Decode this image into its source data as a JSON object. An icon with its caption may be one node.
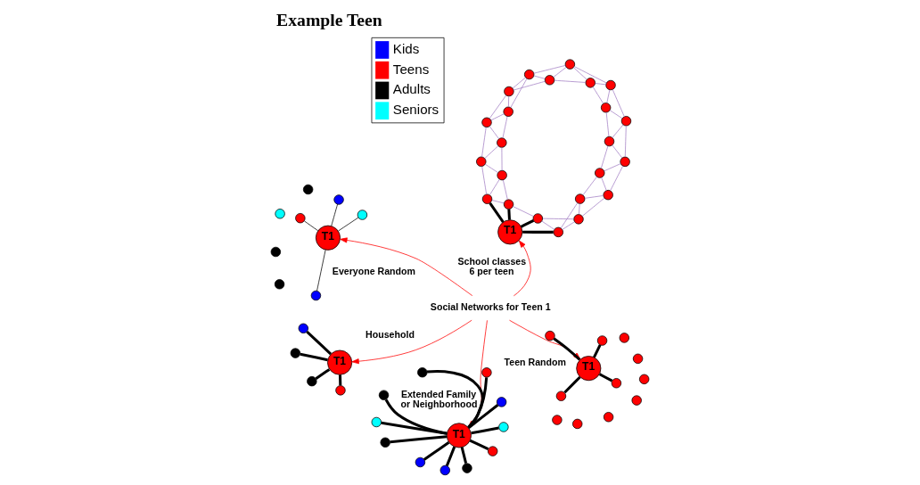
{
  "diagram": {
    "title": "Example Teen",
    "nodes": [
      {
        "text": [
          "Social Networks for Teen 1"
        ]
      },
      {
        "text": [
          "T1"
        ],
        "beside": [
          "Extended Family or Neighborhood"
        ]
      },
      {
        "text": [],
        "shape": "circle"
      },
      {
        "text": [],
        "shape": "circle"
      },
      {
        "text": [],
        "shape": "circle"
      },
      {
        "text": [],
        "shape": "circle"
      },
      {
        "text": [],
        "shape": "circle"
      },
      {
        "text": [],
        "shape": "circle"
      },
      {
        "text": [],
        "shape": "circle"
      },
      {
        "text": [],
        "shape": "circle"
      },
      {
        "text": [],
        "shape": "circle"
      },
      {
        "text": [],
        "shape": "circle"
      },
      {
        "text": [],
        "shape": "circle"
      },
      {
        "text": [
          "T1"
        ],
        "beside": [
          "Household"
        ]
      },
      {
        "text": [],
        "shape": "circle"
      },
      {
        "text": [],
        "shape": "circle"
      },
      {
        "text": [],
        "shape": "circle"
      },
      {
        "text": [],
        "shape": "circle"
      },
      {
        "text": [
          "T1"
        ],
        "beside": [
          "Teen Random"
        ]
      },
      {
        "text": [],
        "shape": "circle"
      },
      {
        "text": [],
        "shape": "circle"
      },
      {
        "text": [],
        "shape": "circle"
      },
      {
        "text": [],
        "shape": "circle"
      },
      {
        "text": [],
        "shape": "circle"
      },
      {
        "text": [],
        "shape": "circle"
      },
      {
        "text": [],
        "shape": "circle"
      },
      {
        "text": [],
        "shape": "circle"
      },
      {
        "text": [],
        "shape": "circle"
      },
      {
        "text": [],
        "shape": "circle"
      },
      {
        "text": [],
        "shape": "circle"
      },
      {
        "text": [
          "T1"
        ],
        "beside": [
          "Everyone Random"
        ]
      },
      {
        "text": [],
        "shape": "circle"
      },
      {
        "text": [],
        "shape": "circle"
      },
      {
        "text": [],
        "shape": "circle"
      },
      {
        "text": [],
        "shape": "circle"
      },
      {
        "text": [],
        "shape": "circle"
      },
      {
        "text": [],
        "shape": "circle"
      },
      {
        "text": [],
        "shape": "circle"
      },
      {
        "text": [],
        "shape": "circle"
      },
      {
        "text": [
          "T1"
        ],
        "beside": [
          "School classes",
          "6 per teen"
        ]
      },
      {
        "text": [],
        "shape": "circle"
      },
      {
        "text": [],
        "shape": "circle"
      },
      {
        "text": [],
        "shape": "circle"
      },
      {
        "text": [],
        "shape": "circle"
      },
      {
        "text": [],
        "shape": "circle"
      },
      {
        "text": [],
        "shape": "circle"
      },
      {
        "text": [],
        "shape": "circle"
      },
      {
        "text": [],
        "shape": "circle"
      },
      {
        "text": [],
        "shape": "circle"
      },
      {
        "text": [],
        "shape": "circle"
      },
      {
        "text": [],
        "shape": "circle"
      },
      {
        "text": [],
        "shape": "circle"
      },
      {
        "text": [],
        "shape": "circle"
      },
      {
        "text": [],
        "shape": "circle"
      },
      {
        "text": [],
        "shape": "circle"
      },
      {
        "text": [],
        "shape": "circle"
      },
      {
        "text": [],
        "shape": "circle"
      },
      {
        "text": [],
        "shape": "circle"
      },
      {
        "text": [],
        "shape": "circle"
      },
      {
        "text": [],
        "shape": "circle"
      },
      {
        "text": [],
        "shape": "circle"
      },
      {
        "text": [],
        "shape": "circle"
      },
      {
        "text": [],
        "shape": "circle"
      }
    ],
    "edges": [
      {
        "from": 0,
        "to": 1,
        "arrow": "to",
        "color": "#ff0000"
      },
      {
        "from": 0,
        "to": 13,
        "arrow": "to",
        "color": "#ff0000"
      },
      {
        "from": 0,
        "to": 18,
        "arrow": "to",
        "color": "#ff0000"
      },
      {
        "from": 0,
        "to": 30,
        "arrow": "to",
        "color": "#ff0000"
      },
      {
        "from": 0,
        "to": 39,
        "arrow": "to",
        "color": "#ff0000"
      },
      {
        "from": 1,
        "to": 2,
        "arrow": "none",
        "style": "thick",
        "color": "#000000"
      },
      {
        "from": 1,
        "to": 3,
        "arrow": "none",
        "style": "thick",
        "color": "#000000"
      },
      {
        "from": 1,
        "to": 4,
        "arrow": "none",
        "style": "thick",
        "color": "#000000"
      },
      {
        "from": 1,
        "to": 5,
        "arrow": "none",
        "style": "thick",
        "color": "#000000"
      },
      {
        "from": 1,
        "to": 6,
        "arrow": "none",
        "style": "thick",
        "color": "#000000"
      },
      {
        "from": 1,
        "to": 7,
        "arrow": "none",
        "style": "thick",
        "color": "#000000"
      },
      {
        "from": 1,
        "to": 8,
        "arrow": "none",
        "style": "thick",
        "color": "#000000"
      },
      {
        "from": 1,
        "to": 9,
        "arrow": "none",
        "style": "thick",
        "color": "#000000"
      },
      {
        "from": 1,
        "to": 10,
        "arrow": "none",
        "style": "thick",
        "color": "#000000"
      },
      {
        "from": 1,
        "to": 11,
        "arrow": "none",
        "style": "thick",
        "color": "#000000"
      },
      {
        "from": 1,
        "to": 12,
        "arrow": "none",
        "style": "thick",
        "color": "#000000"
      },
      {
        "from": 13,
        "to": 14,
        "arrow": "none",
        "style": "thick",
        "color": "#000000"
      },
      {
        "from": 13,
        "to": 15,
        "arrow": "none",
        "style": "thick",
        "color": "#000000"
      },
      {
        "from": 13,
        "to": 16,
        "arrow": "none",
        "style": "thick",
        "color": "#000000"
      },
      {
        "from": 13,
        "to": 17,
        "arrow": "none",
        "style": "thick",
        "color": "#000000"
      },
      {
        "from": 18,
        "to": 19,
        "arrow": "none",
        "style": "thick",
        "color": "#000000"
      },
      {
        "from": 18,
        "to": 21,
        "arrow": "none",
        "style": "thick",
        "color": "#000000"
      },
      {
        "from": 18,
        "to": 25,
        "arrow": "none",
        "style": "thick",
        "color": "#000000"
      },
      {
        "from": 18,
        "to": 28,
        "arrow": "none",
        "style": "thick",
        "color": "#000000"
      },
      {
        "from": 30,
        "to": 31,
        "arrow": "none",
        "color": "#000000"
      },
      {
        "from": 30,
        "to": 33,
        "arrow": "none",
        "color": "#000000"
      },
      {
        "from": 30,
        "to": 36,
        "arrow": "none",
        "color": "#000000"
      },
      {
        "from": 30,
        "to": 37,
        "arrow": "none",
        "color": "#000000"
      },
      {
        "from": 39,
        "to": 40,
        "arrow": "none",
        "style": "thick",
        "color": "#000000"
      },
      {
        "from": 39,
        "to": 41,
        "arrow": "none",
        "style": "thick",
        "color": "#000000"
      },
      {
        "from": 40,
        "to": 41,
        "arrow": "none"
      },
      {
        "from": 40,
        "to": 42,
        "arrow": "none"
      },
      {
        "from": 41,
        "to": 42,
        "arrow": "none"
      },
      {
        "from": 41,
        "to": 43,
        "arrow": "none"
      },
      {
        "from": 42,
        "to": 43,
        "arrow": "none"
      },
      {
        "from": 42,
        "to": 44,
        "arrow": "none"
      },
      {
        "from": 43,
        "to": 44,
        "arrow": "none"
      },
      {
        "from": 43,
        "to": 45,
        "arrow": "none"
      },
      {
        "from": 44,
        "to": 45,
        "arrow": "none"
      },
      {
        "from": 44,
        "to": 46,
        "arrow": "none"
      },
      {
        "from": 45,
        "to": 46,
        "arrow": "none"
      },
      {
        "from": 45,
        "to": 47,
        "arrow": "none"
      },
      {
        "from": 46,
        "to": 47,
        "arrow": "none"
      },
      {
        "from": 46,
        "to": 48,
        "arrow": "none"
      },
      {
        "from": 47,
        "to": 48,
        "arrow": "none"
      },
      {
        "from": 47,
        "to": 49,
        "arrow": "none"
      },
      {
        "from": 48,
        "to": 49,
        "arrow": "none"
      },
      {
        "from": 48,
        "to": 50,
        "arrow": "none"
      },
      {
        "from": 49,
        "to": 50,
        "arrow": "none"
      },
      {
        "from": 49,
        "to": 51,
        "arrow": "none"
      },
      {
        "from": 50,
        "to": 51,
        "arrow": "none"
      },
      {
        "from": 50,
        "to": 52,
        "arrow": "none"
      },
      {
        "from": 51,
        "to": 52,
        "arrow": "none"
      },
      {
        "from": 51,
        "to": 53,
        "arrow": "none"
      },
      {
        "from": 52,
        "to": 53,
        "arrow": "none"
      },
      {
        "from": 52,
        "to": 54,
        "arrow": "none"
      },
      {
        "from": 53,
        "to": 54,
        "arrow": "none"
      },
      {
        "from": 53,
        "to": 55,
        "arrow": "none"
      },
      {
        "from": 54,
        "to": 55,
        "arrow": "none"
      },
      {
        "from": 54,
        "to": 56,
        "arrow": "none"
      },
      {
        "from": 55,
        "to": 56,
        "arrow": "none"
      },
      {
        "from": 55,
        "to": 57,
        "arrow": "none"
      },
      {
        "from": 56,
        "to": 57,
        "arrow": "none"
      },
      {
        "from": 56,
        "to": 58,
        "arrow": "none"
      },
      {
        "from": 57,
        "to": 58,
        "arrow": "none"
      },
      {
        "from": 57,
        "to": 59,
        "arrow": "none"
      },
      {
        "from": 58,
        "to": 59,
        "arrow": "none"
      },
      {
        "from": 58,
        "to": 60,
        "arrow": "none"
      },
      {
        "from": 59,
        "to": 60,
        "arrow": "none"
      },
      {
        "from": 59,
        "to": 61,
        "arrow": "none"
      },
      {
        "from": 60,
        "to": 61,
        "arrow": "none"
      },
      {
        "from": 60,
        "to": 62,
        "arrow": "none"
      },
      {
        "from": 61,
        "to": 62,
        "arrow": "none"
      },
      {
        "from": 61,
        "to": 39,
        "arrow": "none",
        "style": "thick",
        "color": "#000000"
      },
      {
        "from": 62,
        "to": 39,
        "arrow": "none",
        "style": "thick",
        "color": "#000000"
      },
      {
        "from": 62,
        "to": 40,
        "arrow": "none"
      }
    ],
    "legend": [
      {
        "text": "Kids",
        "color": "#0000ff"
      },
      {
        "text": "Teens",
        "color": "#ff0000"
      },
      {
        "text": "Adults",
        "color": "#000000"
      },
      {
        "text": "Seniors",
        "color": "#00ffff"
      }
    ]
  }
}
